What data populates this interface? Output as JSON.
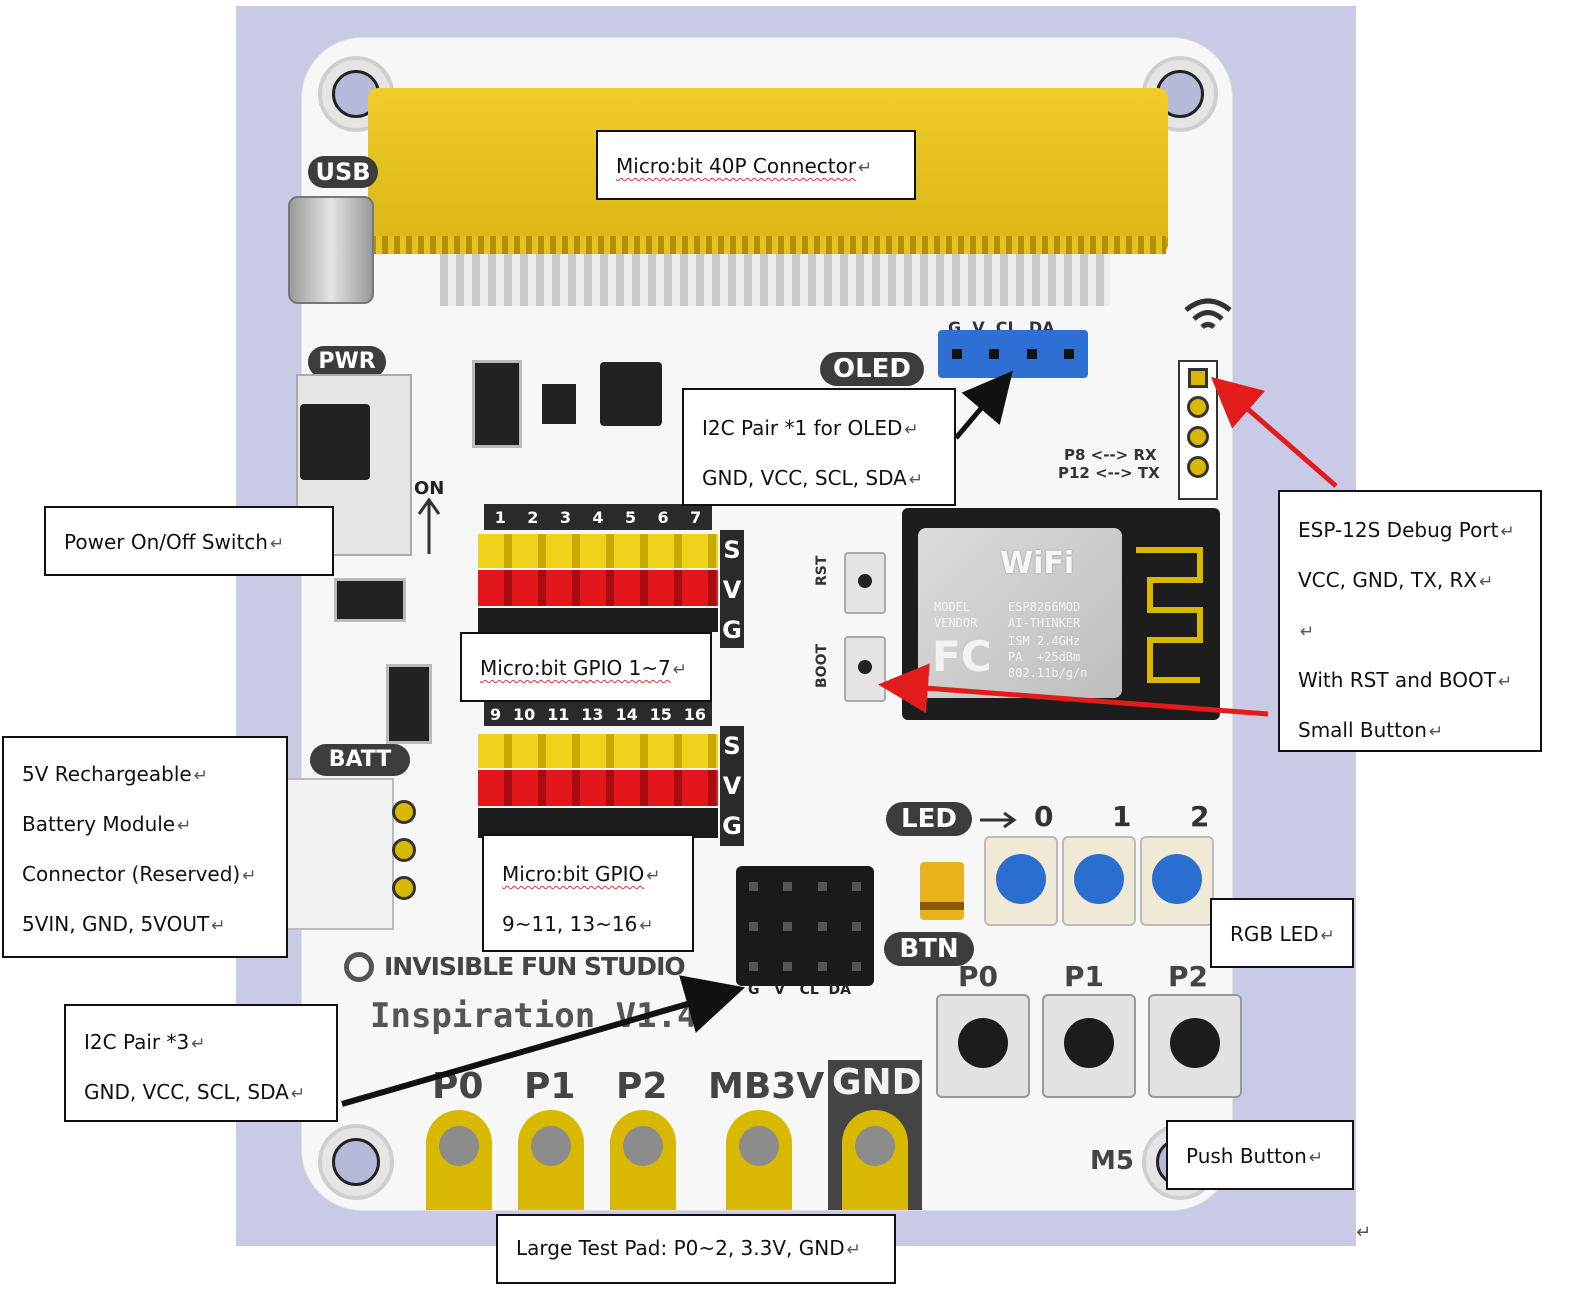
{
  "board": {
    "brand": "INVISIBLE FUN STUDIO",
    "model": "Inspiration V1.4",
    "silk": {
      "usb": "USB",
      "pwr": "PWR",
      "on": "ON",
      "batt": "BATT",
      "oled": "OLED",
      "oled_pins": "G  V  CL  DA",
      "i2c_pins": "G   V   CL  DA",
      "led": "LED",
      "btn": "BTN",
      "rst": "RST",
      "boot": "BOOT",
      "p8": "P8 <--> RX",
      "p12": "P12 <--> TX",
      "m5": "M5",
      "svg_s": "S",
      "svg_v": "V",
      "svg_g": "G",
      "gpio_top_numbers": [
        "1",
        "2",
        "3",
        "4",
        "5",
        "6",
        "7"
      ],
      "gpio_bottom_numbers": [
        "9",
        "10",
        "11",
        "13",
        "14",
        "15",
        "16"
      ],
      "led_numbers": [
        "0",
        "1",
        "2"
      ],
      "button_labels": [
        "P0",
        "P1",
        "P2"
      ],
      "pad_labels": [
        "P0",
        "P1",
        "P2",
        "MB3V",
        "GND"
      ]
    },
    "wifi_module": {
      "wifi": "WiFi",
      "model_label": "MODEL",
      "model": "ESP8266MOD",
      "vendor_label": "VENDOR",
      "vendor": "AI-THINKER",
      "ism": "ISM 2.4GHz",
      "pa": "PA  +25dBm",
      "std": "802.11b/g/n",
      "fcc": "FC"
    }
  },
  "callouts": {
    "connector": [
      "Micro:bit 40P Connector"
    ],
    "power": [
      "Power On/Off Switch"
    ],
    "oled": [
      "I2C Pair *1 for OLED",
      "GND, VCC, SCL, SDA"
    ],
    "esp": [
      "ESP-12S Debug Port",
      "VCC, GND, TX, RX",
      "",
      "With RST and BOOT",
      "Small Button"
    ],
    "gpio_top": [
      "Micro:bit GPIO 1~7"
    ],
    "gpio_bottom": [
      "Micro:bit GPIO",
      "9~11, 13~16"
    ],
    "battery": [
      "5V Rechargeable",
      "Battery Module",
      "Connector (Reserved)",
      "5VIN, GND, 5VOUT"
    ],
    "rgb": [
      "RGB LED"
    ],
    "i2c3": [
      "I2C Pair *3",
      "GND, VCC, SCL, SDA"
    ],
    "push": [
      "Push Button"
    ],
    "pad": [
      "Large Test Pad: P0~2, 3.3V, GND"
    ]
  },
  "colors": {
    "background": "#c9cae5",
    "pcb": "#f7f7f7",
    "connector": "#e6c21f",
    "pin_yellow": "#f1d21a",
    "pin_red": "#e3161c",
    "pin_black": "#1c1c1c",
    "pad_gold": "#d8b800",
    "led_blue": "#2a6fd0",
    "oled_blue": "#2d6fd3",
    "arrow_red": "#e21b1b",
    "arrow_black": "#111111"
  }
}
